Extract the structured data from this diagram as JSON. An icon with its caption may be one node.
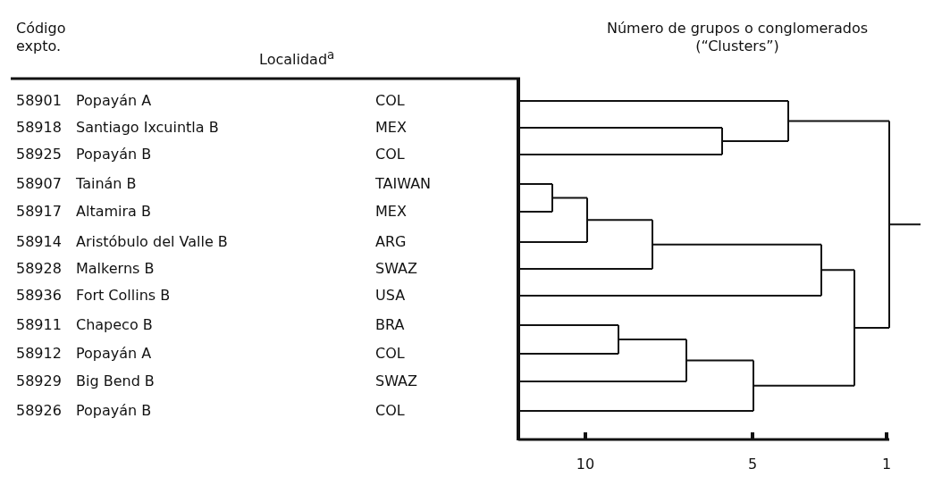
{
  "diagram": {
    "labels": [
      "Código expto.",
      "Localidad$^{a}$",
      "Número de grupos o conglomerados (“Clusters”)",
      "58901",
      "Popayán A",
      "COL",
      "58918",
      "Santiago Ixcuintla B",
      "MEX",
      "58925",
      "Popayán B",
      "COL",
      "58907",
      "Tainán B",
      "TAIWAN",
      "58917",
      "Altamira B",
      "MEX",
      "58914",
      "Aristóbulo del Valle B",
      "ARG",
      "58928",
      "Malkerns B",
      "SWAZ",
      "58936",
      "Fort Collins B",
      "USA",
      "58911",
      "Chapeco B",
      "BRA",
      "58912",
      "Popayán A",
      "COL",
      "58929",
      "Big Bend B",
      "SWAZ",
      "58926",
      "Popayán B",
      "COL",
      "10",
      "5",
      "1"
    ]
  }
}
